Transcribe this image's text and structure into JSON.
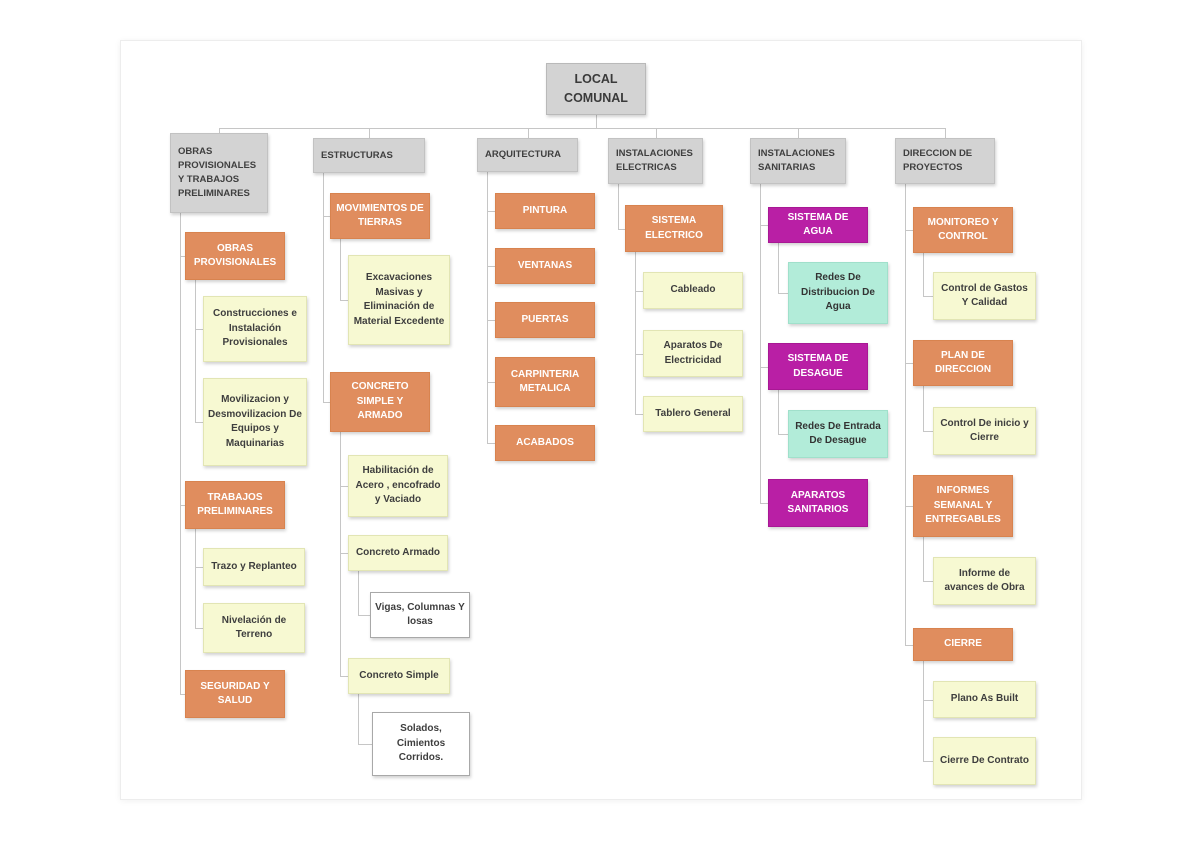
{
  "diagram": {
    "colors": {
      "header_gray": "#d3d3d3",
      "orange": "#e08d5e",
      "pale_yellow": "#f7f9d2",
      "magenta": "#b91fa5",
      "mint": "#b2ecd9",
      "white_box": "#ffffff",
      "connector": "#c6c6c6",
      "text_dark": "#3e3e3e",
      "text_light": "#ffffff"
    },
    "tree": {
      "id": "local-comunal",
      "label": "LOCAL COMUNAL",
      "type": "root",
      "children": [
        {
          "id": "hdr-obras-preliminares",
          "label": "OBRAS PROVISIONALES Y TRABAJOS PRELIMINARES",
          "type": "header",
          "children": [
            {
              "id": "obras-provisionales",
              "label": "OBRAS PROVISIONALES",
              "type": "orange",
              "children": [
                {
                  "id": "construcciones-provisionales",
                  "label": "Construcciones e Instalación Provisionales",
                  "type": "yellow"
                },
                {
                  "id": "movilizacion-equipos",
                  "label": "Movilizacion y Desmovilizacion De Equipos y Maquinarias",
                  "type": "yellow"
                }
              ]
            },
            {
              "id": "trabajos-preliminares",
              "label": "TRABAJOS PRELIMINARES",
              "type": "orange",
              "children": [
                {
                  "id": "trazo-replanteo",
                  "label": "Trazo y Replanteo",
                  "type": "yellow"
                },
                {
                  "id": "nivelacion-terreno",
                  "label": "Nivelación de Terreno",
                  "type": "yellow"
                }
              ]
            },
            {
              "id": "seguridad-salud",
              "label": "SEGURIDAD Y SALUD",
              "type": "orange"
            }
          ]
        },
        {
          "id": "hdr-estructuras",
          "label": "ESTRUCTURAS",
          "type": "header",
          "children": [
            {
              "id": "movimientos-tierras",
              "label": "MOVIMIENTOS DE TIERRAS",
              "type": "orange",
              "children": [
                {
                  "id": "excavaciones-masivas",
                  "label": "Excavaciones Masivas y Eliminación de Material Excedente",
                  "type": "yellow"
                }
              ]
            },
            {
              "id": "concreto-simple-y-armado",
              "label": "CONCRETO SIMPLE Y ARMADO",
              "type": "orange",
              "children": [
                {
                  "id": "habilitacion-acero",
                  "label": "Habilitación de Acero , encofrado y Vaciado",
                  "type": "yellow"
                },
                {
                  "id": "concreto-armado",
                  "label": "Concreto Armado",
                  "type": "yellow",
                  "children": [
                    {
                      "id": "vigas-columnas-losas",
                      "label": "Vigas, Columnas Y losas",
                      "type": "white"
                    }
                  ]
                },
                {
                  "id": "concreto-simple",
                  "label": "Concreto Simple",
                  "type": "yellow",
                  "children": [
                    {
                      "id": "solados-cimientos",
                      "label": "Solados, Cimientos Corridos.",
                      "type": "white"
                    }
                  ]
                }
              ]
            }
          ]
        },
        {
          "id": "hdr-arquitectura",
          "label": "ARQUITECTURA",
          "type": "header",
          "children": [
            {
              "id": "pintura",
              "label": "PINTURA",
              "type": "orange"
            },
            {
              "id": "ventanas",
              "label": "VENTANAS",
              "type": "orange"
            },
            {
              "id": "puertas",
              "label": "PUERTAS",
              "type": "orange"
            },
            {
              "id": "carpinteria-metalica",
              "label": "CARPINTERIA METALICA",
              "type": "orange"
            },
            {
              "id": "acabados",
              "label": "ACABADOS",
              "type": "orange"
            }
          ]
        },
        {
          "id": "hdr-inst-electricas",
          "label": "INSTALACIONES ELECTRICAS",
          "type": "header",
          "children": [
            {
              "id": "sistema-electrico",
              "label": "SISTEMA ELECTRICO",
              "type": "orange",
              "children": [
                {
                  "id": "cableado",
                  "label": "Cableado",
                  "type": "yellow"
                },
                {
                  "id": "aparatos-electricidad",
                  "label": "Aparatos De Electricidad",
                  "type": "yellow"
                },
                {
                  "id": "tablero-general",
                  "label": "Tablero General",
                  "type": "yellow"
                }
              ]
            }
          ]
        },
        {
          "id": "hdr-inst-sanitarias",
          "label": "INSTALACIONES SANITARIAS",
          "type": "header",
          "children": [
            {
              "id": "sistema-agua",
              "label": "SISTEMA DE AGUA",
              "type": "magenta",
              "children": [
                {
                  "id": "redes-distribucion-agua",
                  "label": "Redes De Distribucion De Agua",
                  "type": "mint"
                }
              ]
            },
            {
              "id": "sistema-desague",
              "label": "SISTEMA DE DESAGUE",
              "type": "magenta",
              "children": [
                {
                  "id": "redes-entrada-desague",
                  "label": "Redes De Entrada De Desague",
                  "type": "mint"
                }
              ]
            },
            {
              "id": "aparatos-sanitarios",
              "label": "APARATOS SANITARIOS",
              "type": "magenta"
            }
          ]
        },
        {
          "id": "hdr-direccion-proyectos",
          "label": "DIRECCION DE PROYECTOS",
          "type": "header",
          "children": [
            {
              "id": "monitoreo-control",
              "label": "MONITOREO Y CONTROL",
              "type": "orange",
              "children": [
                {
                  "id": "control-gastos-calidad",
                  "label": "Control de Gastos Y Calidad",
                  "type": "yellow"
                }
              ]
            },
            {
              "id": "plan-direccion",
              "label": "PLAN DE DIRECCION",
              "type": "orange",
              "children": [
                {
                  "id": "control-inicio-cierre",
                  "label": "Control De inicio y Cierre",
                  "type": "yellow"
                }
              ]
            },
            {
              "id": "informes-semanal-entregables",
              "label": "INFORMES SEMANAL Y ENTREGABLES",
              "type": "orange",
              "children": [
                {
                  "id": "informe-avances-obra",
                  "label": "Informe de avances de Obra",
                  "type": "yellow"
                }
              ]
            },
            {
              "id": "cierre",
              "label": "CIERRE",
              "type": "orange",
              "children": [
                {
                  "id": "plano-as-built",
                  "label": "Plano As Built",
                  "type": "yellow"
                },
                {
                  "id": "cierre-contrato",
                  "label": "Cierre De Contrato",
                  "type": "yellow"
                }
              ]
            }
          ]
        }
      ]
    }
  }
}
